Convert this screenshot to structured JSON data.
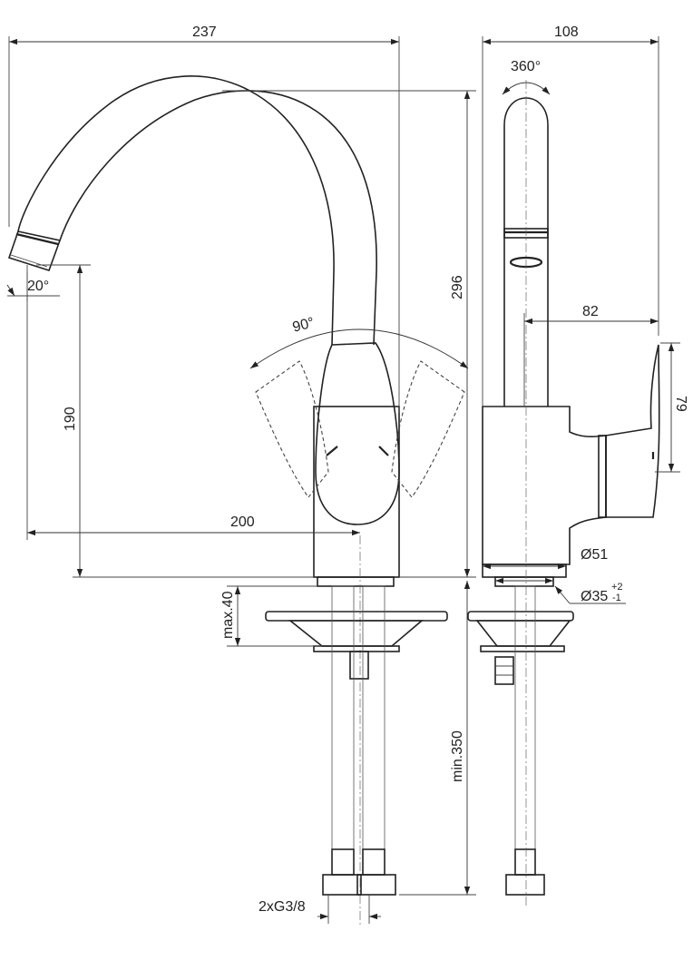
{
  "dimensions": {
    "overall_width": "237",
    "depth": "108",
    "rotation": "360°",
    "spout_height": "296",
    "outlet_angle": "20°",
    "lever_angle": "90°",
    "outlet_clearance": "190",
    "projection": "200",
    "lever_depth": "82",
    "lever_height": "79",
    "body_diameter": "Ø51",
    "hole_diameter": "Ø35",
    "hole_tol_upper": "+2",
    "hole_tol_lower": "-1",
    "max_deck": "max.40",
    "hose_length": "min.350",
    "connection": "2xG3/8"
  }
}
